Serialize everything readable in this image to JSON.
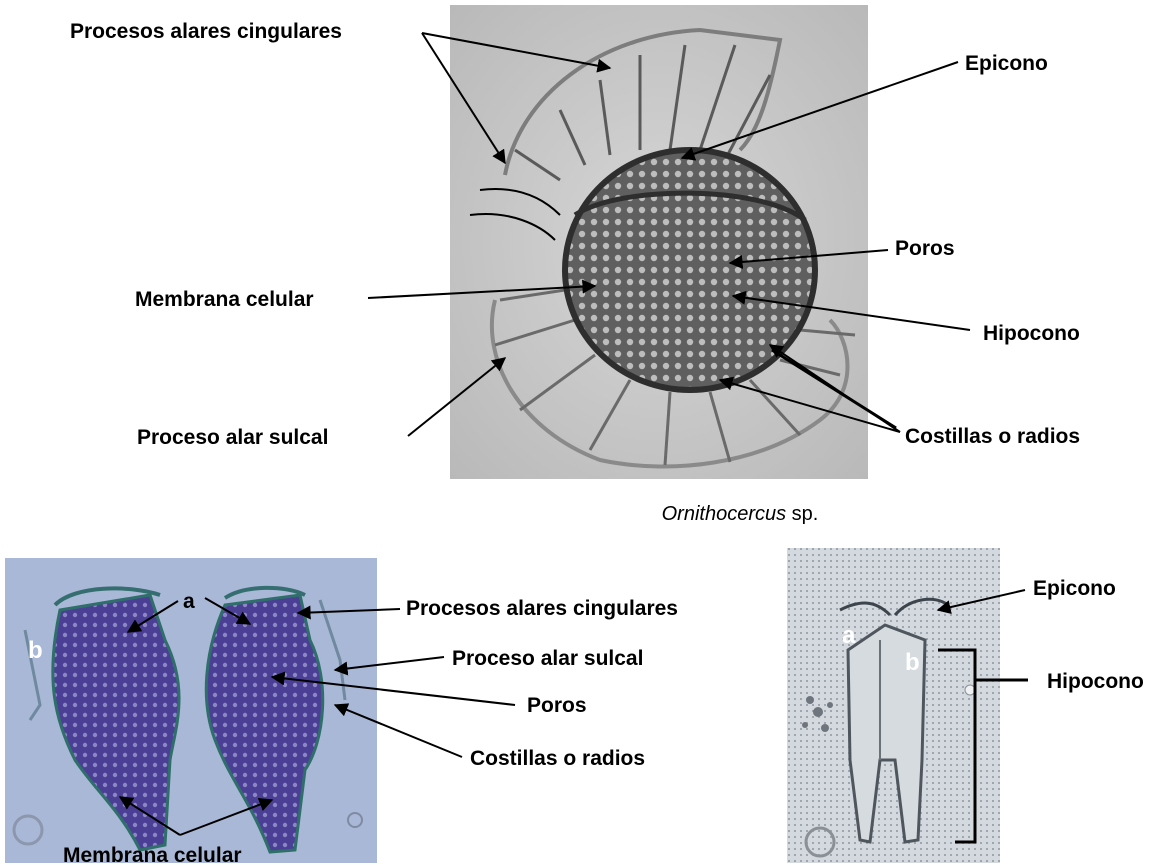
{
  "top_labels": {
    "procesos_alares_cingulares": "Procesos alares cingulares",
    "epicono": "Epicono",
    "poros": "Poros",
    "membrana_celular": "Membrana celular",
    "hipocono": "Hipocono",
    "proceso_alar_sulcal": "Proceso alar sulcal",
    "costillas_o_radios": "Costillas o radios"
  },
  "caption": {
    "genus": "Ornithocercus",
    "suffix": " sp."
  },
  "bottom_left_labels": {
    "a": "a",
    "b": "b",
    "procesos_alares_cingulares": "Procesos alares cingulares",
    "proceso_alar_sulcal": "Proceso alar sulcal",
    "poros": "Poros",
    "costillas_o_radios": "Costillas o radios",
    "membrana_celular": "Membrana celular"
  },
  "bottom_right_labels": {
    "a": "a",
    "b": "b",
    "epicono": "Epicono",
    "hipocono": "Hipocono"
  },
  "colors": {
    "top_photo_bg": "#c9c9c9",
    "left_photo_bg": "#a9b8d6",
    "left_cell_fill": "#5a4fa0",
    "right_photo_bg": "#c7ccd2"
  }
}
